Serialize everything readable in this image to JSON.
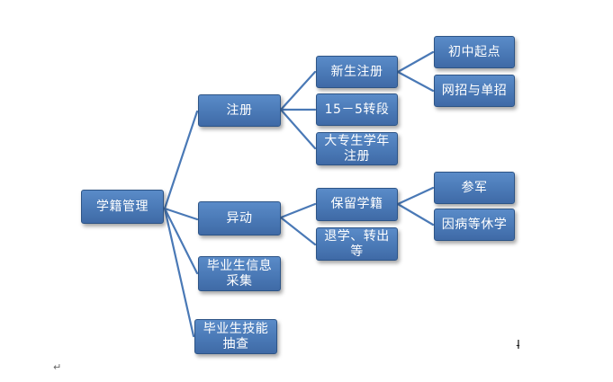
{
  "diagram": {
    "root": "学籍管理",
    "level1": {
      "register": "注册",
      "change": "异动",
      "grad_info": "毕业生信息采集",
      "grad_skill": "毕业生技能抽查"
    },
    "register_children": {
      "new_student": "新生注册",
      "transfer": "15－5转段",
      "college_year": "大专生学年注册"
    },
    "new_student_children": {
      "junior_high": "初中起点",
      "online_single": "网招与单招"
    },
    "change_children": {
      "retain": "保留学籍",
      "withdraw": "退学、转出等"
    },
    "retain_children": {
      "army": "参军",
      "illness": "因病等休学"
    },
    "line_color": "#4a79b6",
    "box_color": "#4a79b6"
  },
  "marks": {
    "paragraph_mark": "↵",
    "cursor_mark": "I̵"
  }
}
